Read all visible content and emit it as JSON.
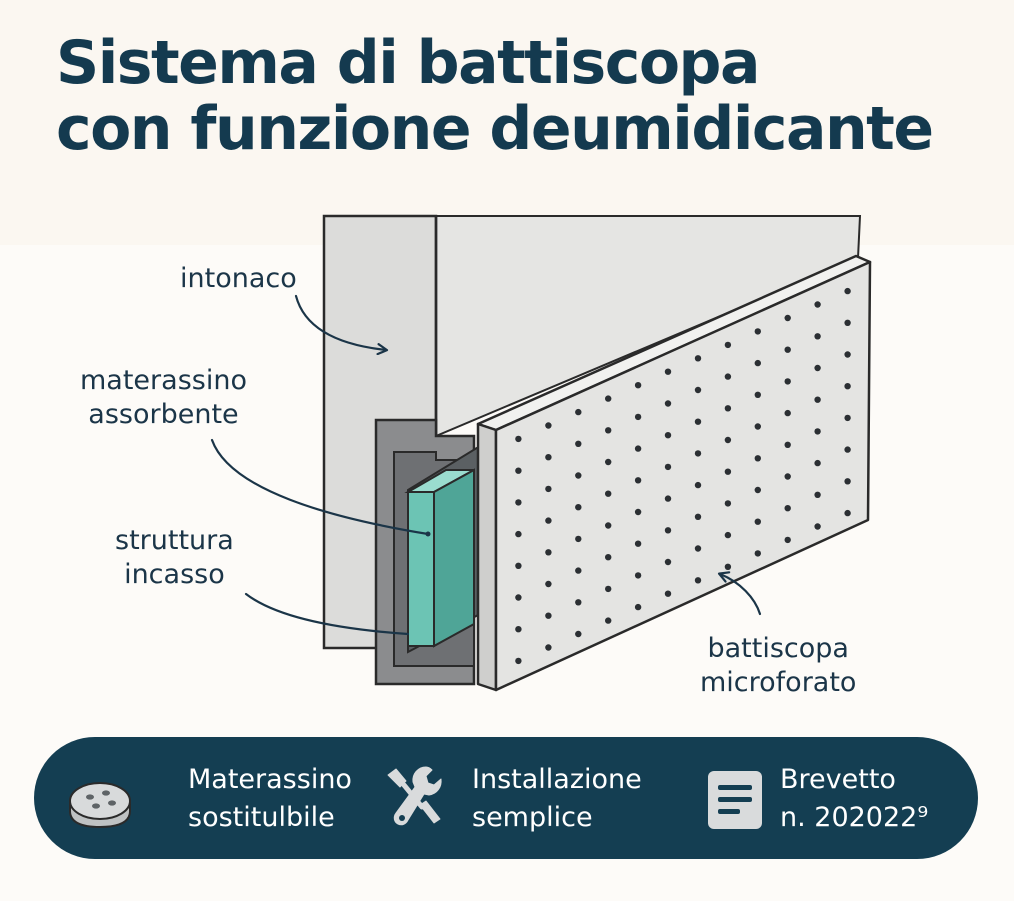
{
  "title": {
    "line1": "Sistema di battiscopa",
    "line2": "con funzione deumidicante"
  },
  "labels": {
    "intonaco": "intonaco",
    "materassino": [
      "materassino",
      "assorbente"
    ],
    "struttura": [
      "struttura",
      "incasso"
    ],
    "battiscopa": [
      "battiscopa",
      "microforato"
    ]
  },
  "features": [
    {
      "icon": "absorbent-pad-icon",
      "lines": [
        "Materassino",
        "sostitulbile"
      ]
    },
    {
      "icon": "wrench-icon",
      "lines": [
        "Installazione",
        "semplice"
      ]
    },
    {
      "icon": "document-icon",
      "lines": [
        "Brevetto",
        "n. 202022⁹"
      ]
    }
  ],
  "colors": {
    "title": "#143a4f",
    "bar": "#143e52",
    "absorbent": "#6cc4b4",
    "plaster": "#dcdcdb",
    "board": "#e4e4e2"
  }
}
